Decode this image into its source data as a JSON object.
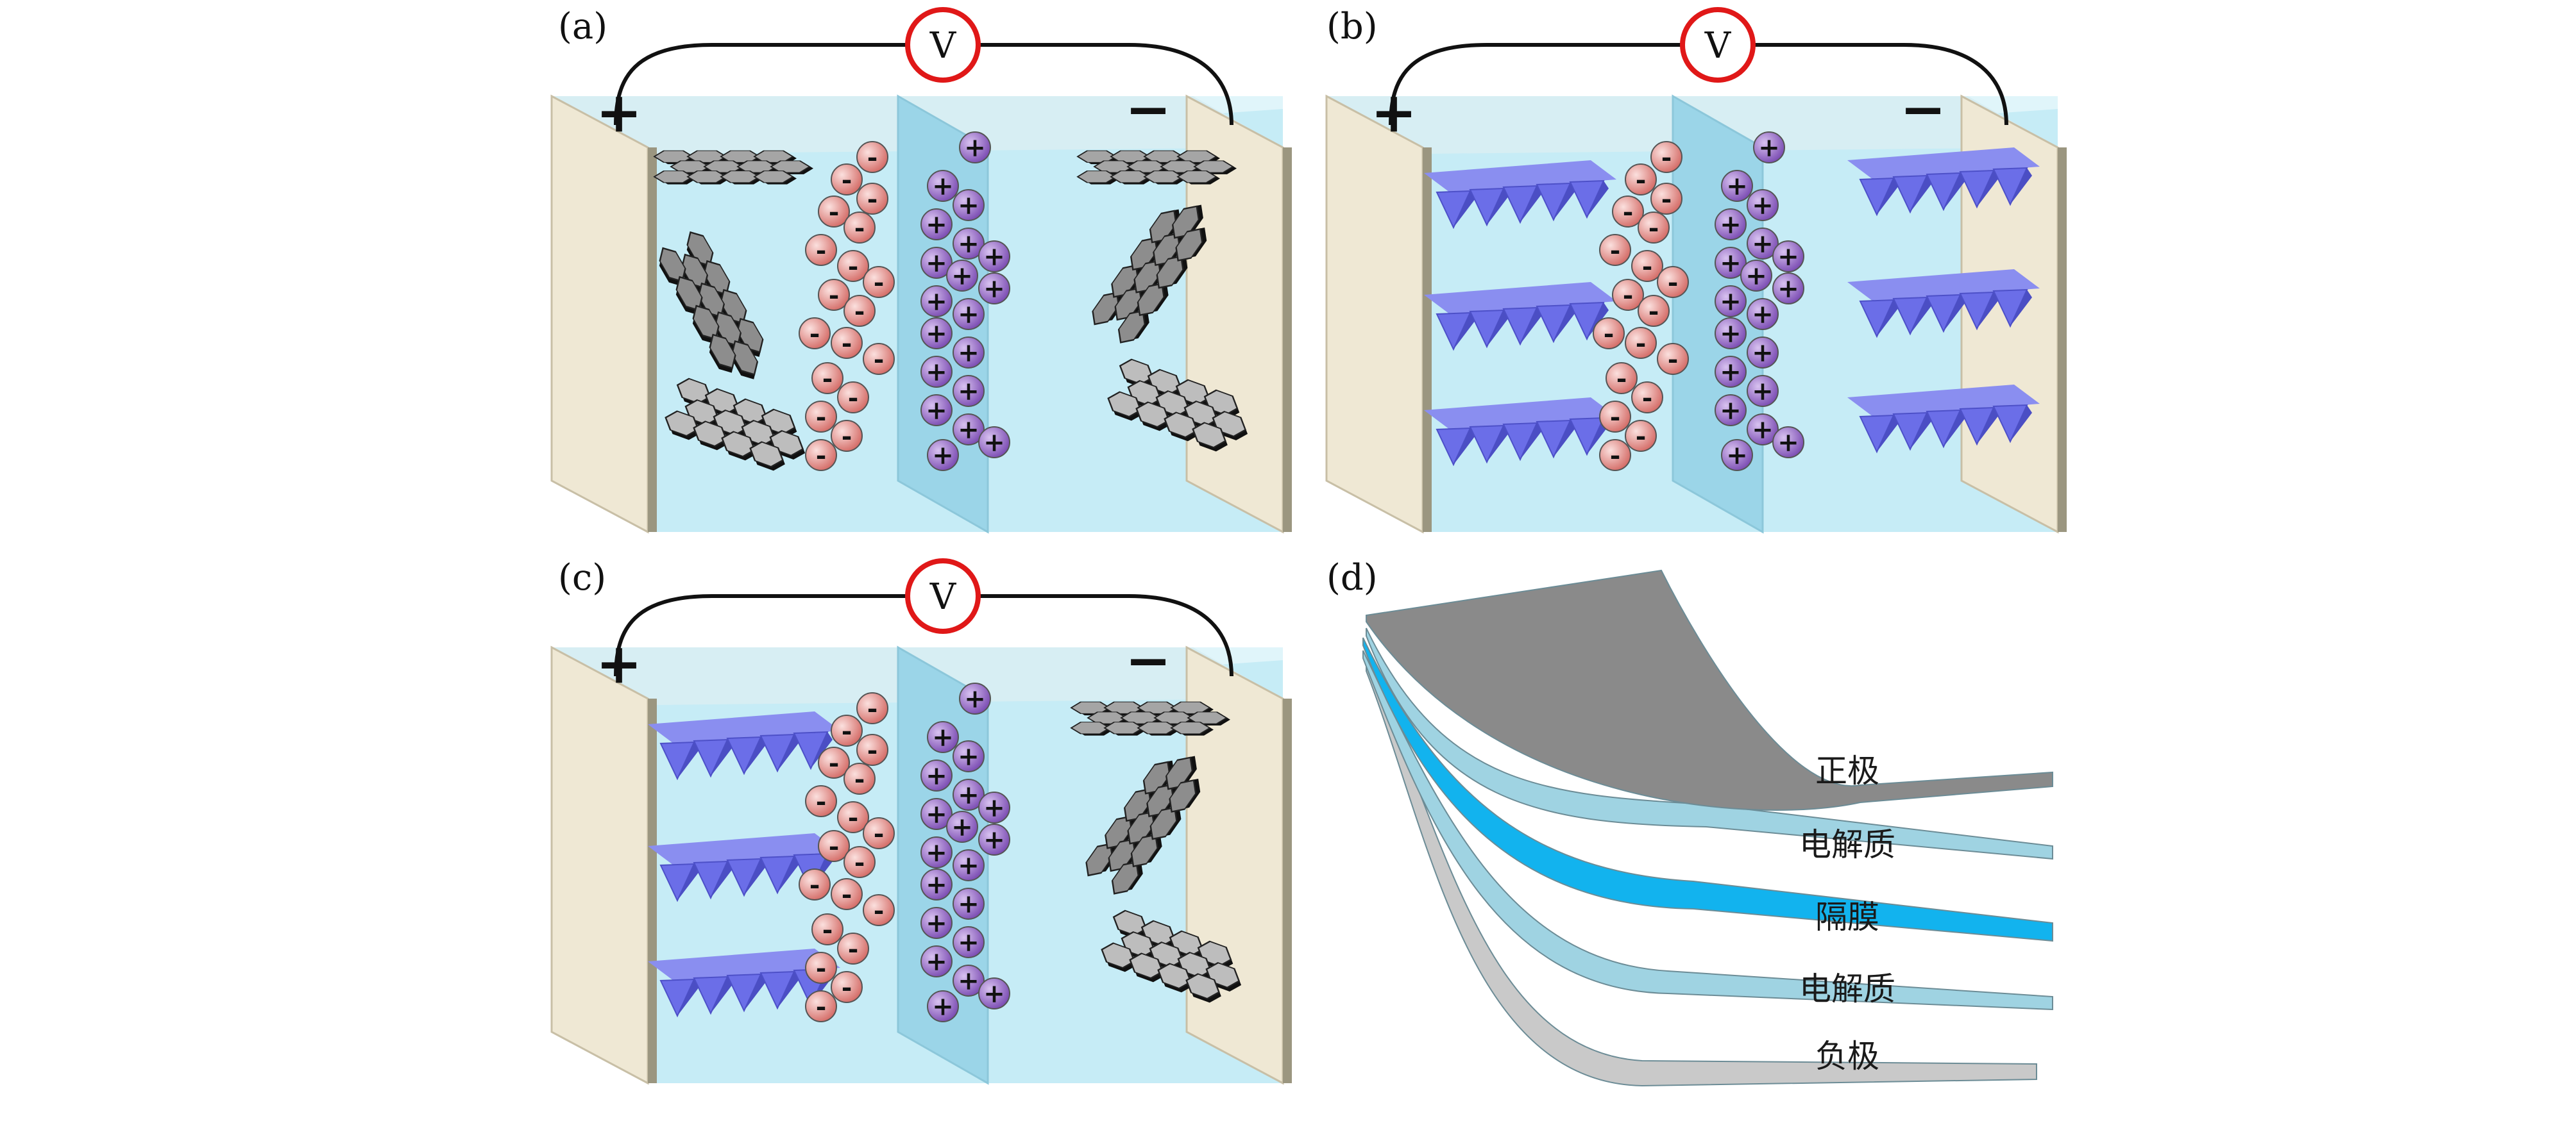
{
  "panels": {
    "a": {
      "label": "(a)",
      "voltmeter": "V",
      "plus": "+",
      "minus": "−"
    },
    "b": {
      "label": "(b)",
      "voltmeter": "V",
      "plus": "+",
      "minus": "−"
    },
    "c": {
      "label": "(c)",
      "voltmeter": "V",
      "plus": "+",
      "minus": "−"
    },
    "d": {
      "label": "(d)",
      "layers": [
        {
          "name": "正极",
          "color": "#8a8a8a"
        },
        {
          "name": "电解质",
          "color": "#9fd3e2"
        },
        {
          "name": "隔膜",
          "color": "#12b3ee"
        },
        {
          "name": "电解质",
          "color": "#9fd3e2"
        },
        {
          "name": "负极",
          "color": "#c9c9c9"
        }
      ]
    }
  },
  "ion_symbols": {
    "anion": "-",
    "cation": "+"
  },
  "colors": {
    "electrolyte": "#c6ecf6",
    "separator": "#9bd5e8",
    "collector": "#efe8d4",
    "anion": "#e28a86",
    "cation": "#8f62c2",
    "graphene": "#9a9a9a",
    "pyramid": "#6b6ee8",
    "voltmeter_ring": "#e01818"
  }
}
